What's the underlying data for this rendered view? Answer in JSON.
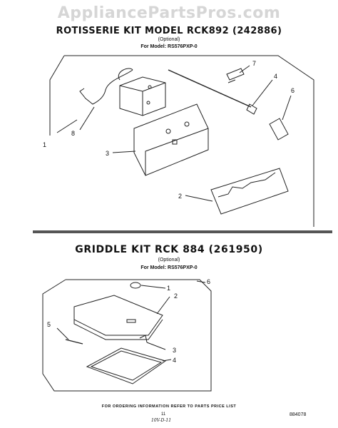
{
  "watermark": "AppliancePartsPros.com",
  "section1": {
    "title": "ROTISSERIE KIT MODEL RCK892 (242886)",
    "subtitle": "(Optional)",
    "model": "For Model: RS576PXP-0",
    "callouts": [
      "1",
      "2",
      "3",
      "4",
      "6",
      "7",
      "8"
    ]
  },
  "section2": {
    "title": "GRIDDLE KIT RCK 884 (261950)",
    "subtitle": "(Optional)",
    "model": "For Model: RS576PXP-0",
    "callouts": [
      "1",
      "2",
      "3",
      "4",
      "5",
      "6"
    ]
  },
  "footer": {
    "note": "FOR ORDERING INFORMATION REFER TO PARTS PRICE LIST",
    "page": "11",
    "handwritten": "10V-D-11",
    "doc_number": "884078"
  }
}
